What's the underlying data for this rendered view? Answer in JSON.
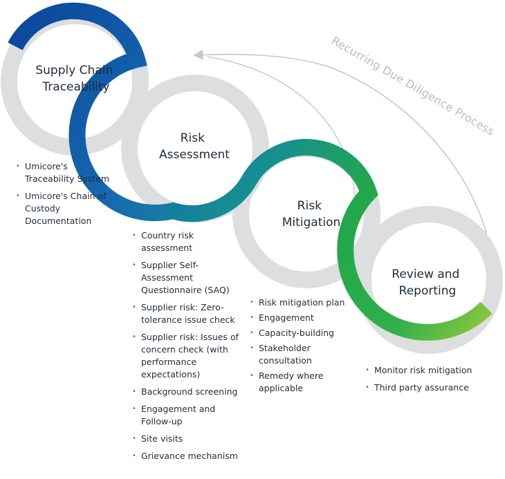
{
  "arc_label": "Recurring Due Diligence Process",
  "stages": [
    {
      "title_lines": [
        "Supply Chain",
        "Traceability"
      ],
      "items": [
        "Umicore's Traceability System",
        "Umicore's Chain of Custody Documentation"
      ]
    },
    {
      "title_lines": [
        "Risk",
        "Assessment"
      ],
      "items": [
        "Country risk assessment",
        "Supplier Self-Assessment Questionnaire (SAQ)",
        "Supplier risk: Zero-tolerance issue check",
        "Supplier risk: Issues of concern check (with performance expectations)",
        "Background screening",
        "Engagement and Follow-up",
        "Site visits",
        "Grievance mechanism"
      ]
    },
    {
      "title_lines": [
        "Risk",
        "Mitigation"
      ],
      "items": [
        "Risk mitigation plan",
        "Engagement",
        "Capacity-building",
        "Stakeholder consultation",
        "Remedy where applicable"
      ]
    },
    {
      "title_lines": [
        "Review and",
        "Reporting"
      ],
      "items": [
        "Monitor risk mitigation",
        "Third party assurance"
      ]
    }
  ],
  "colors": {
    "ring_gray": "#dcdedf",
    "gradient_start": "#0f4f9f",
    "gradient_mid": "#128a9a",
    "gradient_green": "#22a84a",
    "gradient_end": "#8cc63e",
    "arc_line": "#c5c8cb"
  }
}
